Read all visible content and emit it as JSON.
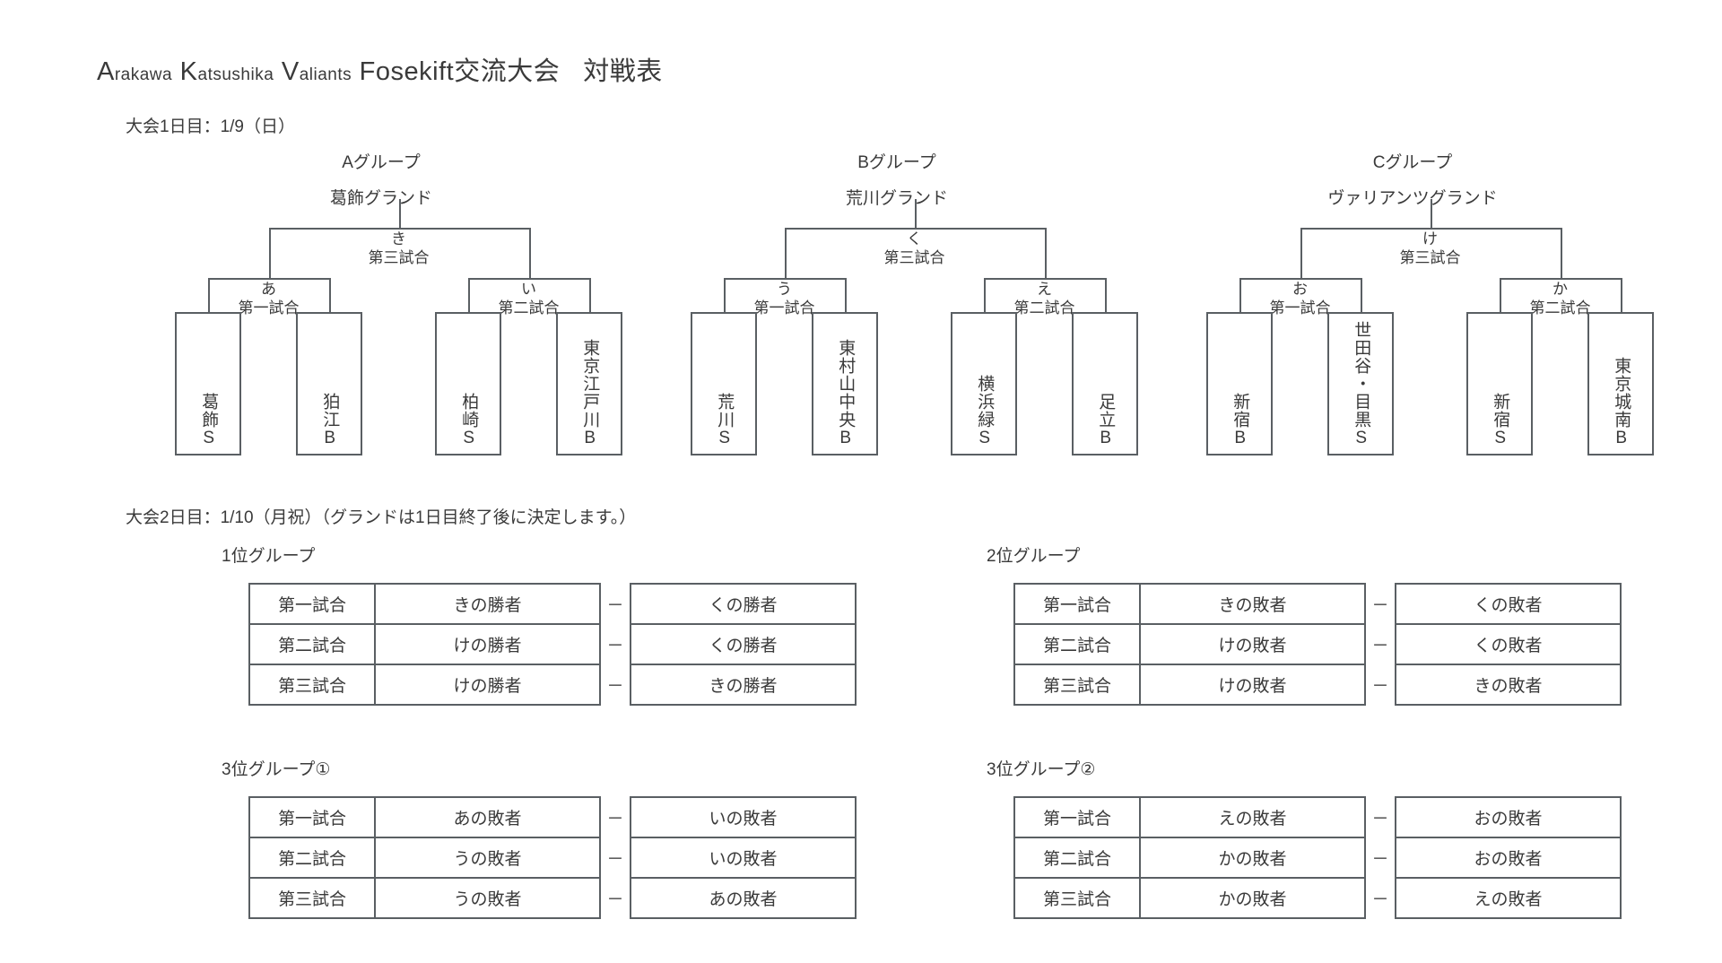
{
  "title": {
    "p1_cap": "A",
    "p1_sm": "rakawa",
    "p2_cap": "K",
    "p2_sm": "atsushika",
    "p3_cap": "V",
    "p3_sm": "aliants",
    "p4": "Fosekift交流大会",
    "p5": "対戦表"
  },
  "day1": {
    "line": "大会1日目：1/9（日）",
    "groups": [
      {
        "name": "Aグループ",
        "venue": "葛飾グランド",
        "final": {
          "key": "き",
          "match": "第三試合"
        },
        "semis": [
          {
            "key": "あ",
            "match": "第一試合",
            "teams": [
              "葛飾S",
              "狛江B"
            ]
          },
          {
            "key": "い",
            "match": "第二試合",
            "teams": [
              "柏崎S",
              "東京江戸川B"
            ]
          }
        ]
      },
      {
        "name": "Bグループ",
        "venue": "荒川グランド",
        "final": {
          "key": "く",
          "match": "第三試合"
        },
        "semis": [
          {
            "key": "う",
            "match": "第一試合",
            "teams": [
              "荒川S",
              "東村山中央B"
            ]
          },
          {
            "key": "え",
            "match": "第二試合",
            "teams": [
              "横浜緑S",
              "足立B"
            ]
          }
        ]
      },
      {
        "name": "Cグループ",
        "venue": "ヴァリアンツグランド",
        "final": {
          "key": "け",
          "match": "第三試合"
        },
        "semis": [
          {
            "key": "お",
            "match": "第一試合",
            "teams": [
              "新宿B",
              "世田谷・目黒S"
            ]
          },
          {
            "key": "か",
            "match": "第二試合",
            "teams": [
              "新宿S",
              "東京城南B"
            ]
          }
        ]
      }
    ]
  },
  "day2": {
    "line": "大会2日目：1/10（月祝）（グランドは1日目終了後に決定します。）",
    "dash": "－",
    "tables": [
      {
        "title": "1位グループ",
        "rows": [
          {
            "no": "第一試合",
            "left": "きの勝者",
            "right": "くの勝者"
          },
          {
            "no": "第二試合",
            "left": "けの勝者",
            "right": "くの勝者"
          },
          {
            "no": "第三試合",
            "left": "けの勝者",
            "right": "きの勝者"
          }
        ]
      },
      {
        "title": "2位グループ",
        "rows": [
          {
            "no": "第一試合",
            "left": "きの敗者",
            "right": "くの敗者"
          },
          {
            "no": "第二試合",
            "left": "けの敗者",
            "right": "くの敗者"
          },
          {
            "no": "第三試合",
            "left": "けの敗者",
            "right": "きの敗者"
          }
        ]
      },
      {
        "title": "3位グループ①",
        "rows": [
          {
            "no": "第一試合",
            "left": "あの敗者",
            "right": "いの敗者"
          },
          {
            "no": "第二試合",
            "left": "うの敗者",
            "right": "いの敗者"
          },
          {
            "no": "第三試合",
            "left": "うの敗者",
            "right": "あの敗者"
          }
        ]
      },
      {
        "title": "3位グループ②",
        "rows": [
          {
            "no": "第一試合",
            "left": "えの敗者",
            "right": "おの敗者"
          },
          {
            "no": "第二試合",
            "left": "かの敗者",
            "right": "おの敗者"
          },
          {
            "no": "第三試合",
            "left": "かの敗者",
            "right": "えの敗者"
          }
        ]
      }
    ]
  }
}
